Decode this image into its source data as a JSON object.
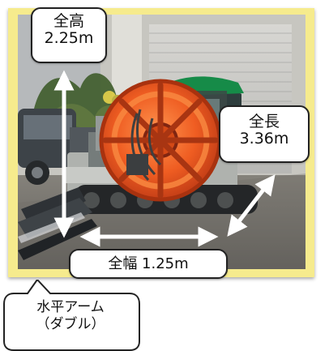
{
  "labels": {
    "height": {
      "title": "全高",
      "value": "2.25m"
    },
    "length": {
      "title": "全長",
      "value": "3.36m"
    },
    "width": {
      "text": "全幅 1.25m"
    },
    "arm": {
      "line1": "水平アーム",
      "line2": "（ダブル）"
    }
  },
  "colors": {
    "frame": "#f6eb8d",
    "reel": "#e85d24",
    "canopy": "#1a8b4e",
    "label_border": "#222222",
    "arrow": "#ffffff"
  }
}
